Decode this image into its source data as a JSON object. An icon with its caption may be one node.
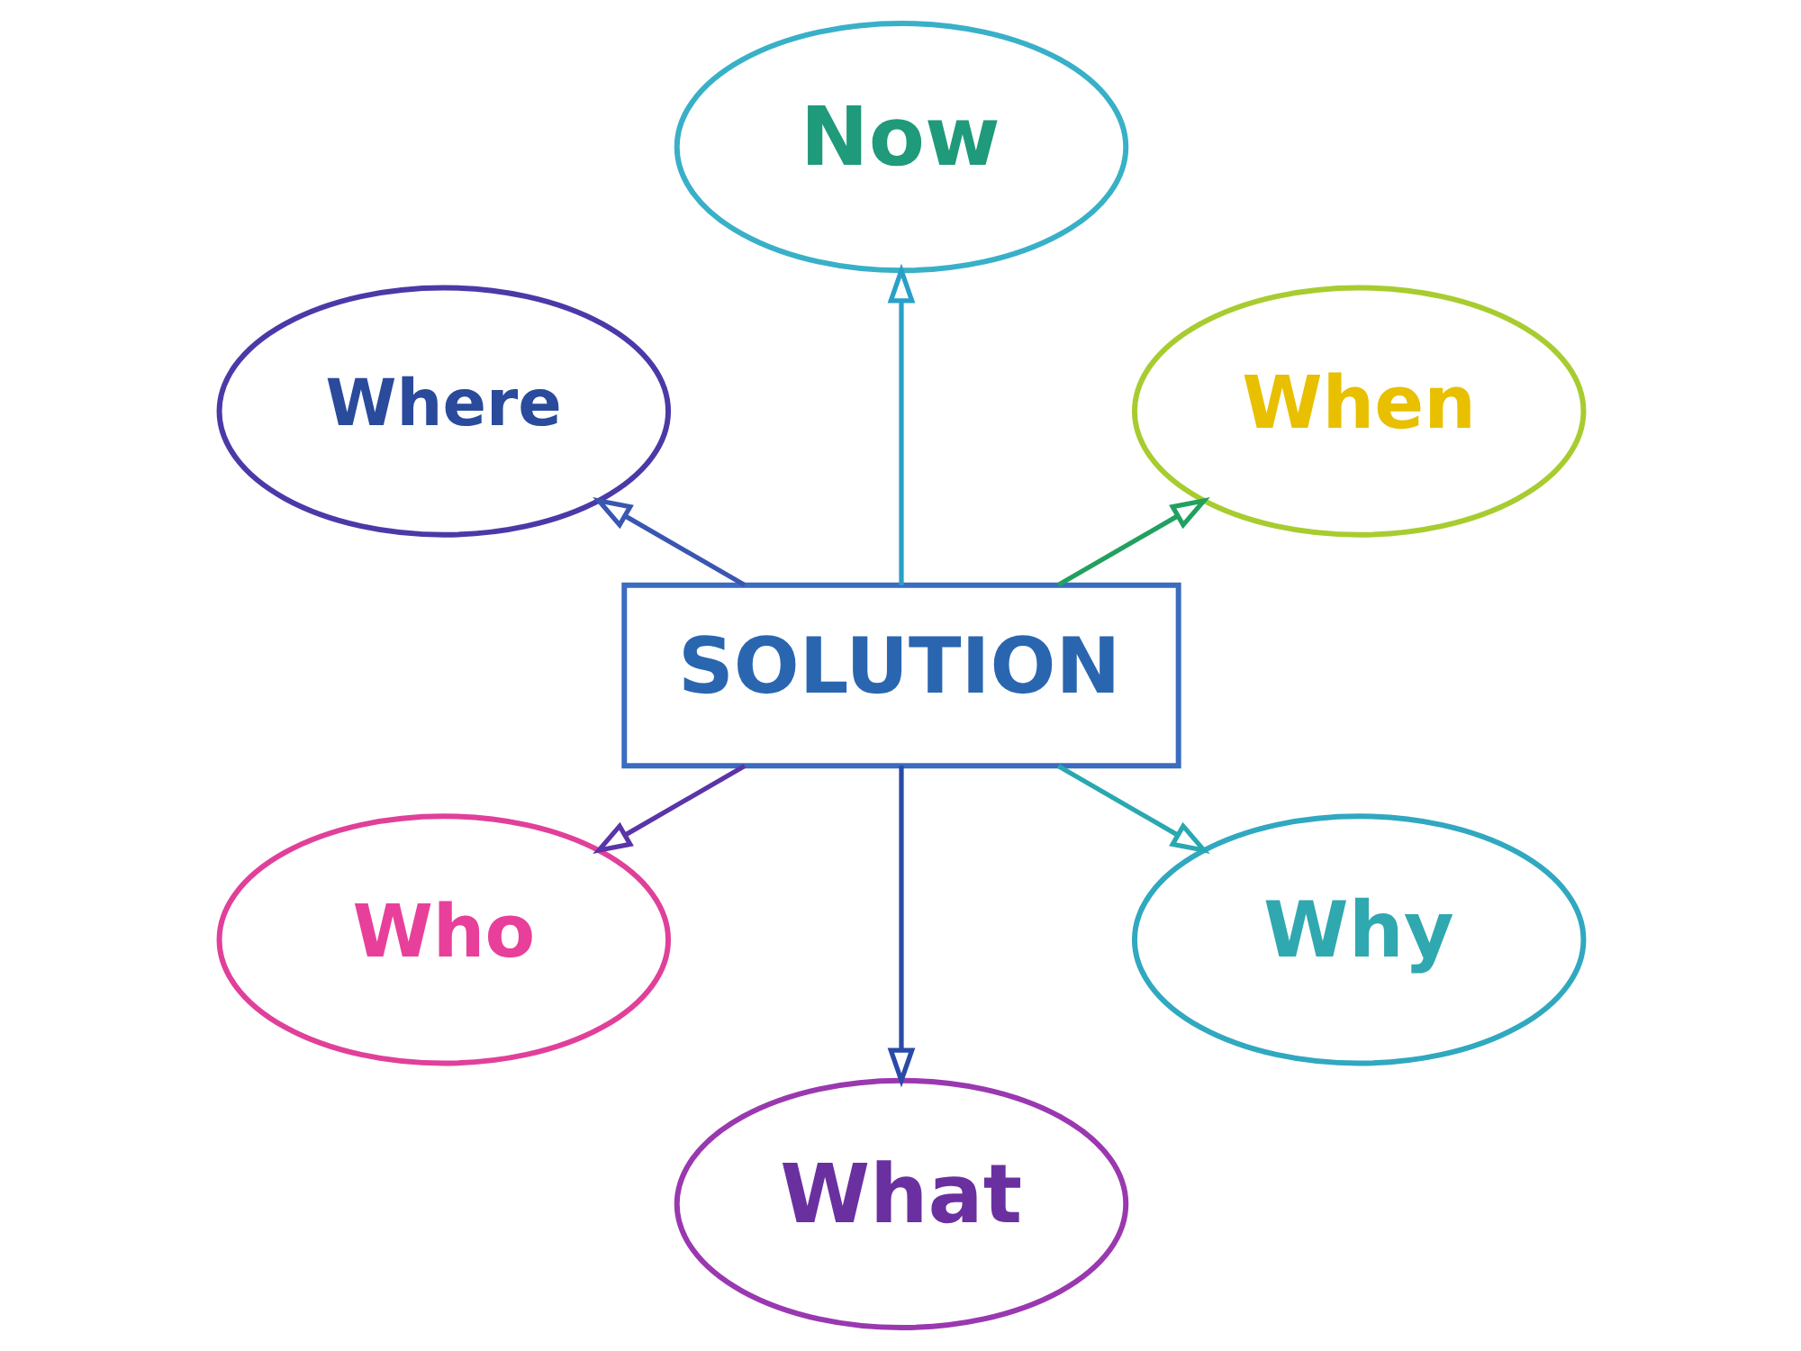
{
  "diagram": {
    "nodes": [
      {
        "text": [
          "Where"
        ]
      },
      {
        "text": [
          "Now"
        ]
      },
      {
        "text": [
          "When"
        ]
      },
      {
        "text": [
          "SOLUTION"
        ]
      },
      {
        "text": [
          "Who"
        ]
      },
      {
        "text": [
          "What"
        ]
      },
      {
        "text": [
          "Why"
        ]
      }
    ],
    "edges": [
      {
        "from": 3,
        "to": 0,
        "arrow": "to",
        "color": "#3a56b0"
      },
      {
        "from": 3,
        "to": 1,
        "arrow": "to",
        "color": "#2aa0c8"
      },
      {
        "from": 3,
        "to": 2,
        "arrow": "to",
        "color": "#22a060"
      },
      {
        "from": 3,
        "to": 4,
        "arrow": "to",
        "color": "#5a34a8"
      },
      {
        "from": 3,
        "to": 5,
        "arrow": "to",
        "color": "#2a4aa8"
      },
      {
        "from": 3,
        "to": 6,
        "arrow": "to",
        "color": "#2aa8b0"
      }
    ]
  }
}
